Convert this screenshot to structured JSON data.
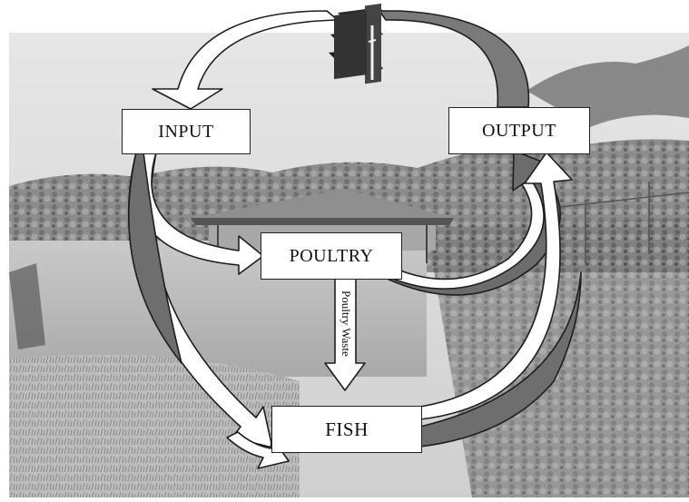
{
  "nodes": {
    "input": "INPUT",
    "output": "OUTPUT",
    "poultry": "POULTRY",
    "fish": "FISH"
  },
  "flow_label": "Poultry Waste",
  "icon": "money-banknote-stack-icon",
  "background": "pond-with-poultry-house-photo"
}
